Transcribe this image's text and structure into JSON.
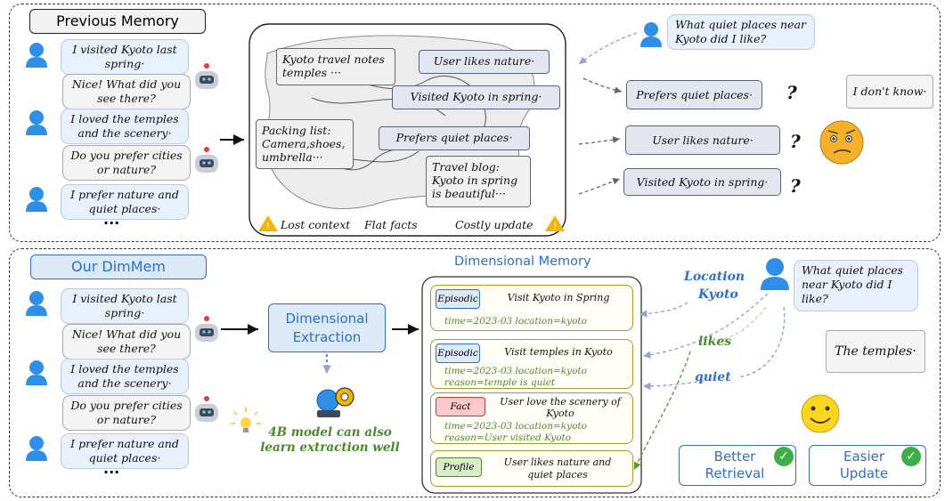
{
  "top": {
    "title": "Previous Memory",
    "conversation": [
      {
        "role": "user",
        "text": "I visited Kyoto last spring·"
      },
      {
        "role": "bot",
        "text": "Nice! What did you see there?"
      },
      {
        "role": "user",
        "text": "I loved the temples and the scenery·"
      },
      {
        "role": "bot",
        "text": "Do you prefer cities or nature?"
      },
      {
        "role": "user",
        "text": "I prefer nature and quiet places·"
      }
    ],
    "ellipsis": "···",
    "memory_notes": [
      "Kyoto travel notes temples ···",
      "Packing list: Camera,shoes, umbrella···",
      "Travel blog: Kyoto in spring is beautiful···"
    ],
    "memory_facts": [
      "User likes nature·",
      "Visited Kyoto in spring·",
      "Prefers quiet places·"
    ],
    "problems": [
      "Lost context",
      "Flat facts",
      "Costly update"
    ],
    "query": "What quiet places near Kyoto did I like?",
    "retrieved": [
      "Prefers quiet places·",
      "User likes nature·",
      "Visited Kyoto in spring·"
    ],
    "question_mark": "?",
    "answer": "I don't know·"
  },
  "bottom": {
    "title": "Our DimMem",
    "conversation": [
      {
        "role": "user",
        "text": "I visited Kyoto last spring·"
      },
      {
        "role": "bot",
        "text": "Nice! What did you see there?"
      },
      {
        "role": "user",
        "text": "I loved the temples and the scenery·"
      },
      {
        "role": "bot",
        "text": "Do you prefer cities or nature?"
      },
      {
        "role": "user",
        "text": "I prefer nature and quiet places·"
      }
    ],
    "ellipsis": "···",
    "extraction": "Dimensional Extraction",
    "model_note": "4B model can also learn extraction well",
    "memory_title": "Dimensional Memory",
    "memory_items": [
      {
        "type": "Episodic",
        "title": "Visit Kyoto in Spring",
        "details": [
          "time=2023-03 location=kyoto"
        ]
      },
      {
        "type": "Episodic",
        "title": "Visit temples in Kyoto",
        "details": [
          "time=2023-03 location=kyoto",
          "reason=temple is quiet"
        ]
      },
      {
        "type": "Fact",
        "title": "User love the scenery of Kyoto",
        "details": [
          "time=2023-03 location=kyoto",
          "reason=User visited Kyoto"
        ]
      },
      {
        "type": "Profile",
        "title": "User likes nature and quiet places",
        "details": []
      }
    ],
    "query": "What quiet places near Kyoto did I like?",
    "cues": {
      "location": "Location",
      "kyoto": "Kyoto",
      "likes": "likes",
      "quiet": "quiet"
    },
    "answer": "The temples·",
    "benefits": [
      "Better Retrieval",
      "Easier Update"
    ]
  },
  "colors": {
    "accent_blue": "#2f6fc4",
    "green_text": "#4a8a2a",
    "warning": "#f5b400",
    "check": "#3fae49"
  }
}
